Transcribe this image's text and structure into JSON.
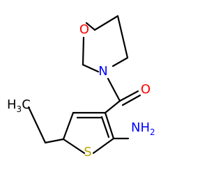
{
  "molecule": {
    "atoms": {
      "oxygen_ring": {
        "label": "O",
        "color": "#ff0000"
      },
      "nitrogen_ring": {
        "label": "N",
        "color": "#0000ff"
      },
      "oxygen_carbonyl": {
        "label": "O",
        "color": "#ff0000"
      },
      "sulfur": {
        "label": "S",
        "color": "#b7a300"
      },
      "amine": {
        "label": "NH",
        "subscript": "2",
        "color": "#0000ff"
      },
      "methyl": {
        "label": "H",
        "subscript": "3",
        "suffix": "C",
        "color": "#000000"
      }
    }
  }
}
